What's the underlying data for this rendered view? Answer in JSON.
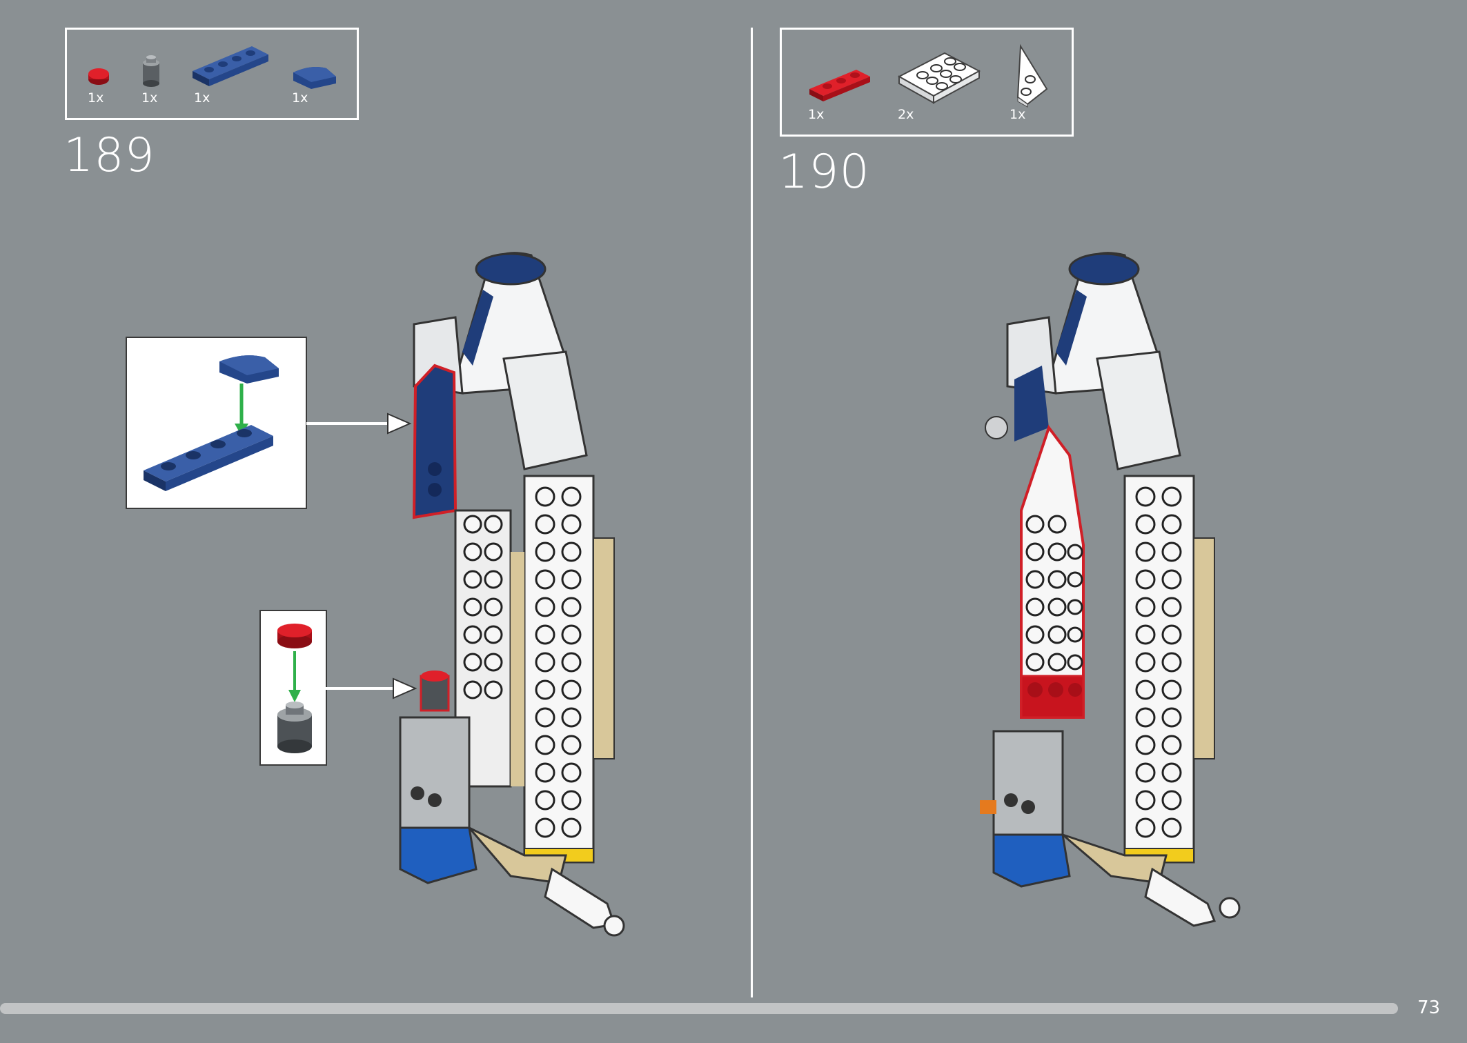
{
  "page": {
    "number": "73"
  },
  "steps": [
    {
      "number": "189",
      "parts": [
        {
          "qty": "1x",
          "icon": "red-round-tile-1x1"
        },
        {
          "qty": "1x",
          "icon": "grey-round-brick-1x1"
        },
        {
          "qty": "1x",
          "icon": "dark-blue-plate-1x4"
        },
        {
          "qty": "1x",
          "icon": "dark-blue-curved-slope"
        }
      ]
    },
    {
      "number": "190",
      "parts": [
        {
          "qty": "1x",
          "icon": "red-plate-1x3"
        },
        {
          "qty": "2x",
          "icon": "white-plate-3x3"
        },
        {
          "qty": "1x",
          "icon": "white-wedge-plate"
        }
      ]
    }
  ],
  "colors": {
    "background": "#8a9093",
    "dark_blue": "#1f3d7a",
    "red": "#c8141e",
    "white": "#ffffff",
    "tan": "#d8c79a",
    "yellow": "#f2cc1d",
    "blue": "#1f5fbf",
    "arrow_green": "#2fb04a"
  }
}
